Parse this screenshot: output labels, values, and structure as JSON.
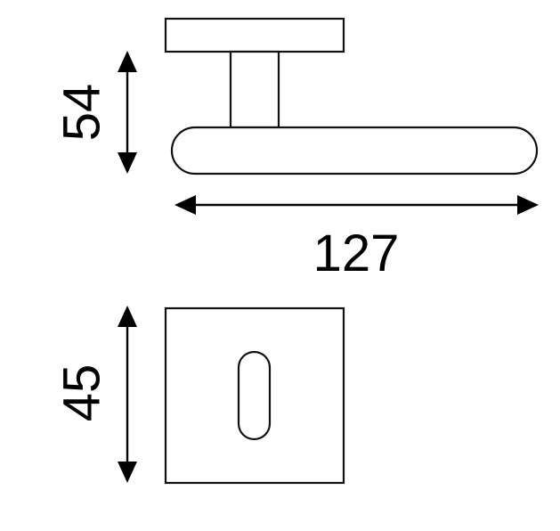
{
  "diagram": {
    "type": "technical drawing - door lever handle with square keyhole escutcheon",
    "units_implied": "mm",
    "colors": {
      "background": "#ffffff",
      "stroke": "#111111",
      "fill": "#ffffff"
    },
    "lever_handle_view": {
      "dimensions": {
        "height_label": "54",
        "length_label": "127"
      }
    },
    "escutcheon_view": {
      "dimensions": {
        "height_label": "45"
      },
      "keyhole": "oval slot"
    }
  }
}
